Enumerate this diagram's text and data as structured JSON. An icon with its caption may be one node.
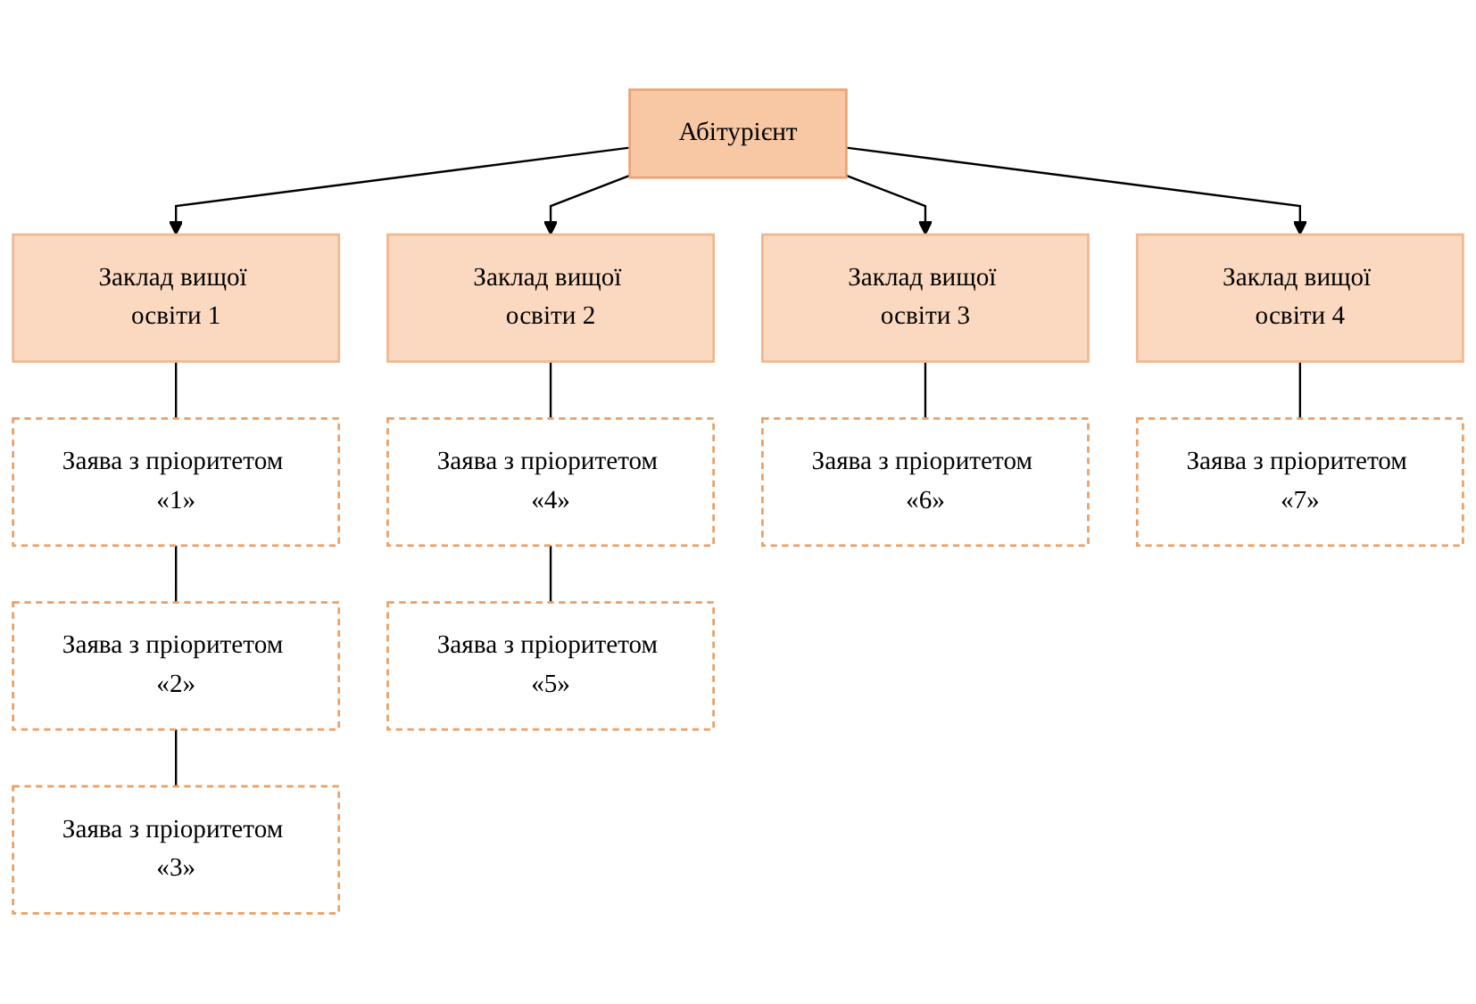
{
  "diagram": {
    "nodes": [
      {
        "text": [
          "Абітурієнт"
        ]
      },
      {
        "text": [
          "Заклад вищої освіти 1"
        ]
      },
      {
        "text": [
          "Заклад вищої освіти 2"
        ]
      },
      {
        "text": [
          "Заклад вищої освіти 3"
        ]
      },
      {
        "text": [
          "Заклад вищої освіти 4"
        ]
      },
      {
        "text": [
          "Заява з пріоритетом «1»"
        ]
      },
      {
        "text": [
          "Заява з пріоритетом «2»"
        ]
      },
      {
        "text": [
          "Заява з пріоритетом «3»"
        ]
      },
      {
        "text": [
          "Заява з пріоритетом «4»"
        ]
      },
      {
        "text": [
          "Заява з пріоритетом «5»"
        ]
      },
      {
        "text": [
          "Заява з пріоритетом «6»"
        ]
      },
      {
        "text": [
          "Заява з пріоритетом «7»"
        ]
      }
    ],
    "edges": [
      {
        "from": 0,
        "to": 1,
        "arrow": "to"
      },
      {
        "from": 0,
        "to": 2,
        "arrow": "to"
      },
      {
        "from": 0,
        "to": 3,
        "arrow": "to"
      },
      {
        "from": 0,
        "to": 4,
        "arrow": "to"
      },
      {
        "from": 1,
        "to": 5,
        "arrow": "none"
      },
      {
        "from": 5,
        "to": 6,
        "arrow": "none"
      },
      {
        "from": 6,
        "to": 7,
        "arrow": "none"
      },
      {
        "from": 2,
        "to": 8,
        "arrow": "none"
      },
      {
        "from": 8,
        "to": 9,
        "arrow": "none"
      },
      {
        "from": 3,
        "to": 10,
        "arrow": "none"
      },
      {
        "from": 4,
        "to": 11,
        "arrow": "none"
      }
    ]
  }
}
